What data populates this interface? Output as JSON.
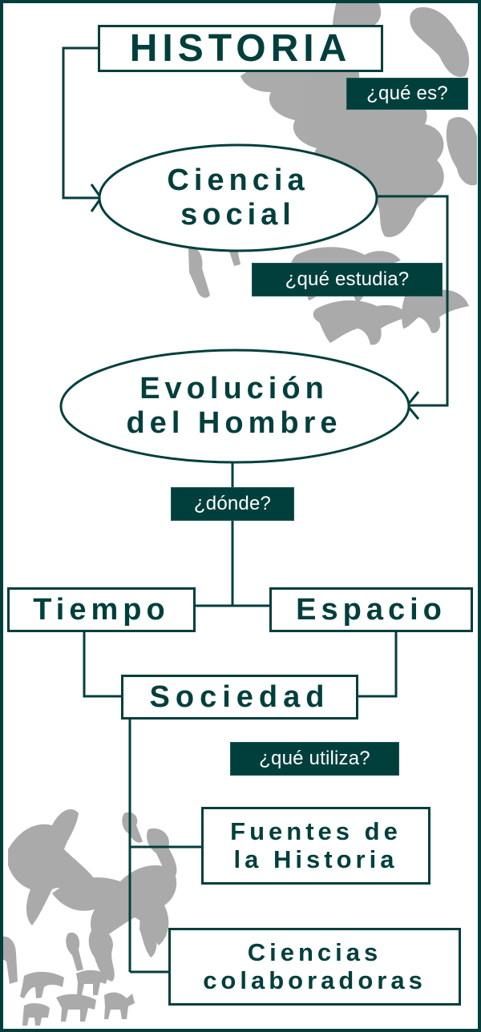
{
  "diagram": {
    "title": "HISTORIA",
    "colors": {
      "primary": "#013f3d",
      "background": "#ffffff",
      "cave_art": "#a6a6a6",
      "tag_text": "#ffffff"
    },
    "nodes": {
      "historia": {
        "label": "HISTORIA",
        "shape": "rectangle"
      },
      "ciencia_social": {
        "line1": "Ciencia",
        "line2": "social",
        "shape": "ellipse"
      },
      "evolucion": {
        "line1": "Evolución",
        "line2": "del Hombre",
        "shape": "ellipse"
      },
      "tiempo": {
        "label": "Tiempo",
        "shape": "rectangle"
      },
      "espacio": {
        "label": "Espacio",
        "shape": "rectangle"
      },
      "sociedad": {
        "label": "Sociedad",
        "shape": "rectangle"
      },
      "fuentes": {
        "line1": "Fuentes de",
        "line2": "la Historia",
        "shape": "rectangle"
      },
      "ciencias": {
        "line1": "Ciencias",
        "line2": "colaboradoras",
        "shape": "rectangle"
      }
    },
    "questions": {
      "que_es": "¿qué es?",
      "que_estudia": "¿qué estudia?",
      "donde": "¿dónde?",
      "que_utiliza": "¿qué utiliza?"
    },
    "edges": [
      {
        "from": "HISTORIA",
        "to": "Ciencia social",
        "label": "¿qué es?",
        "arrow": true
      },
      {
        "from": "Ciencia social",
        "to": "Evolución del Hombre",
        "label": "¿qué estudia?",
        "arrow": true
      },
      {
        "from": "Evolución del Hombre",
        "to": "Tiempo",
        "label": "¿dónde?"
      },
      {
        "from": "Evolución del Hombre",
        "to": "Espacio",
        "label": "¿dónde?"
      },
      {
        "from": "Tiempo",
        "to": "Sociedad"
      },
      {
        "from": "Espacio",
        "to": "Sociedad"
      },
      {
        "from": "Sociedad",
        "to": "Fuentes de la Historia",
        "label": "¿qué utiliza?"
      },
      {
        "from": "Sociedad",
        "to": "Ciencias colaboradoras",
        "label": "¿qué utiliza?"
      }
    ],
    "decorations": [
      "cave-painting-figures-top-right",
      "cave-painting-figures-bottom-left"
    ]
  }
}
